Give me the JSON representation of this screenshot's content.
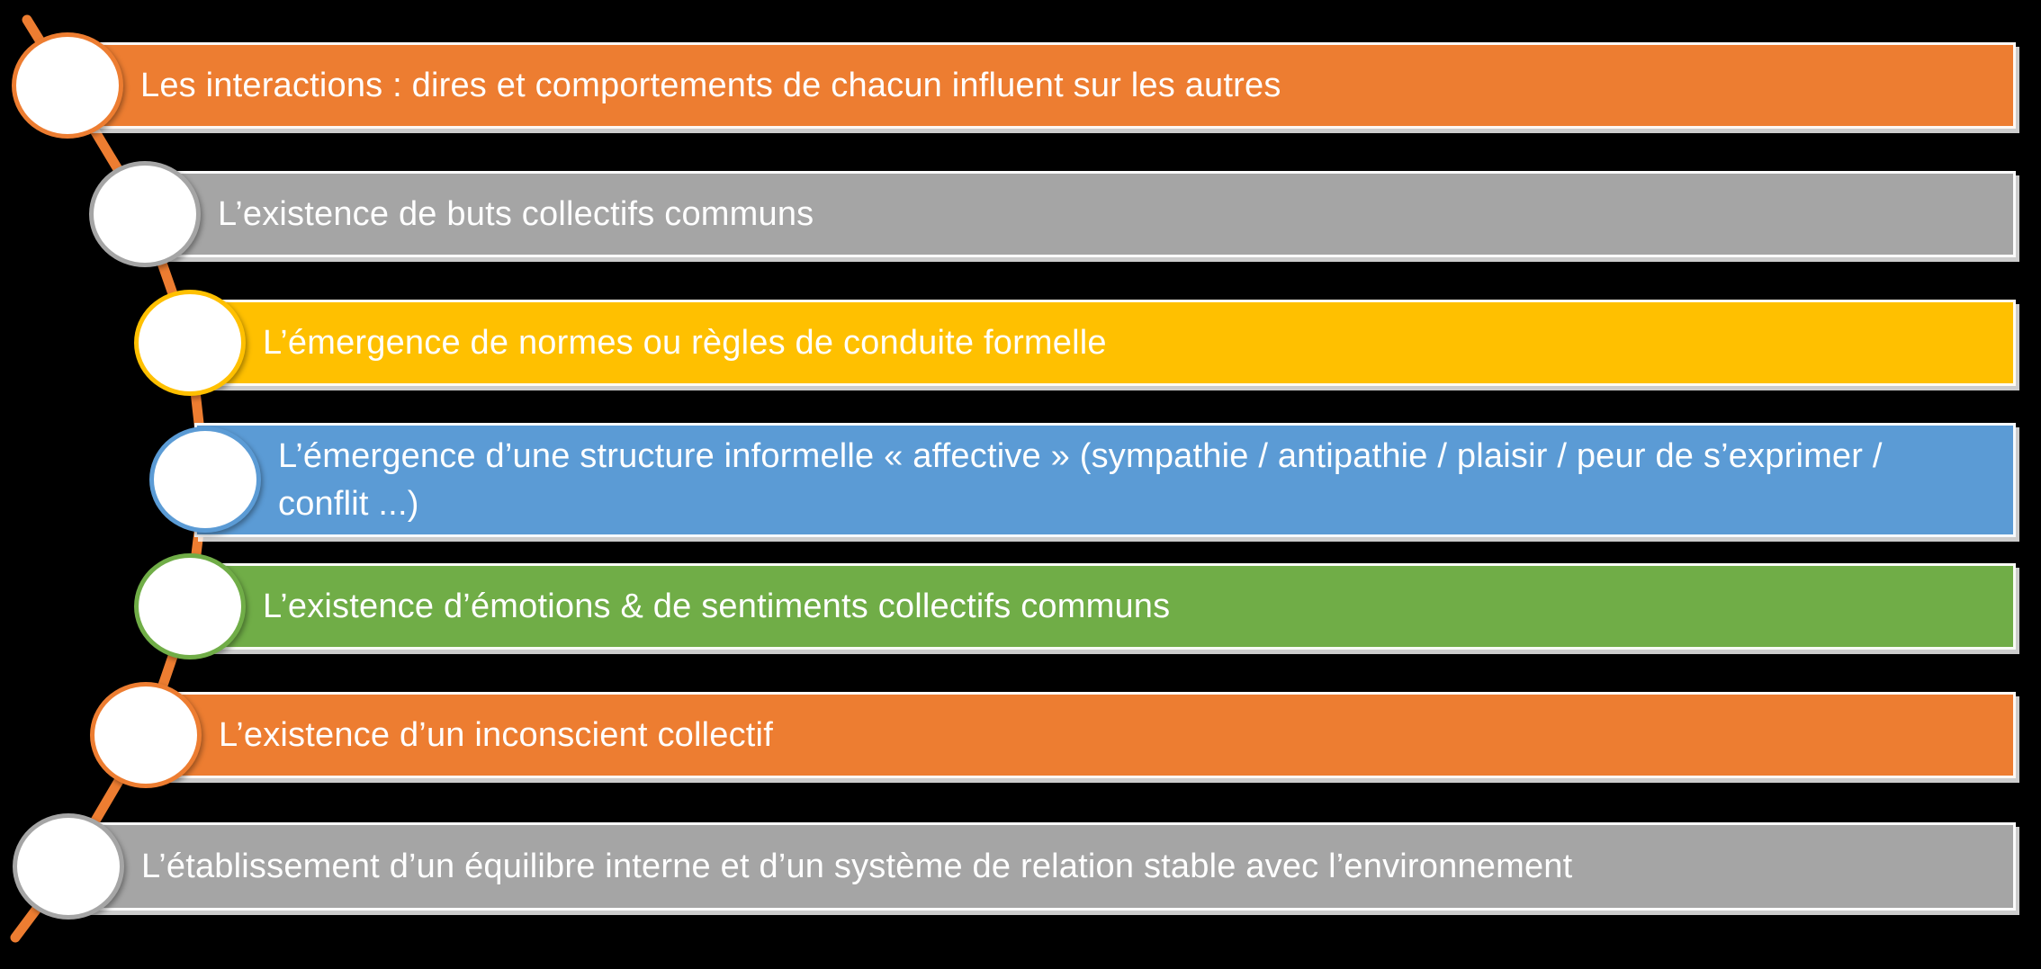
{
  "diagram": {
    "background_color": "#000000",
    "connector_color": "#ED7D31",
    "text_color": "#FFFFFF",
    "items": [
      {
        "label": "Les interactions : dires et comportements de chacun influent sur les autres",
        "color": "#ED7D31"
      },
      {
        "label": "L’existence de buts collectifs communs",
        "color": "#A5A5A5"
      },
      {
        "label": "L’émergence de normes ou règles de conduite formelle",
        "color": "#FFC000"
      },
      {
        "label": "L’émergence d’une structure informelle « affective » (sympathie / antipathie / plaisir / peur de s’exprimer / conflit ...)",
        "color": "#5B9BD5"
      },
      {
        "label": "L’existence d’émotions & de sentiments collectifs communs",
        "color": "#70AD47"
      },
      {
        "label": "L’existence d’un inconscient collectif",
        "color": "#ED7D31"
      },
      {
        "label": "L’établissement d’un équilibre interne et d’un système de relation stable avec l’environnement",
        "color": "#A5A5A5"
      }
    ]
  }
}
